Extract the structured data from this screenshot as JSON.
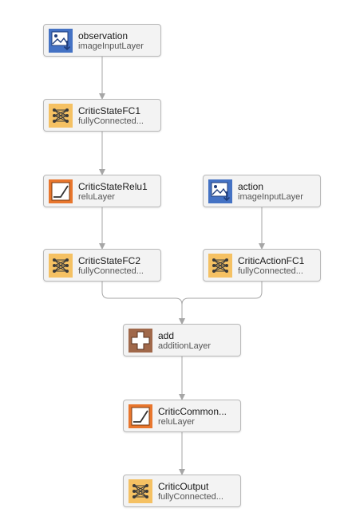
{
  "diagram": {
    "nodes": [
      {
        "id": "observation",
        "name": "observation",
        "type": "imageInputLayer",
        "icon": "image-input-icon"
      },
      {
        "id": "criticStateFC1",
        "name": "CriticStateFC1",
        "type": "fullyConnected...",
        "icon": "fully-connected-icon"
      },
      {
        "id": "criticStateRelu1",
        "name": "CriticStateRelu1",
        "type": "reluLayer",
        "icon": "relu-icon"
      },
      {
        "id": "action",
        "name": "action",
        "type": "imageInputLayer",
        "icon": "image-input-icon"
      },
      {
        "id": "criticStateFC2",
        "name": "CriticStateFC2",
        "type": "fullyConnected...",
        "icon": "fully-connected-icon"
      },
      {
        "id": "criticActionFC1",
        "name": "CriticActionFC1",
        "type": "fullyConnected...",
        "icon": "fully-connected-icon"
      },
      {
        "id": "add",
        "name": "add",
        "type": "additionLayer",
        "icon": "addition-icon"
      },
      {
        "id": "criticCommonRelu",
        "name": "CriticCommon...",
        "type": "reluLayer",
        "icon": "relu-icon"
      },
      {
        "id": "criticOutput",
        "name": "CriticOutput",
        "type": "fullyConnected...",
        "icon": "fully-connected-icon"
      }
    ],
    "edges": [
      {
        "from": "observation",
        "to": "criticStateFC1"
      },
      {
        "from": "criticStateFC1",
        "to": "criticStateRelu1"
      },
      {
        "from": "criticStateRelu1",
        "to": "criticStateFC2"
      },
      {
        "from": "action",
        "to": "criticActionFC1"
      },
      {
        "from": "criticStateFC2",
        "to": "add"
      },
      {
        "from": "criticActionFC1",
        "to": "add"
      },
      {
        "from": "add",
        "to": "criticCommonRelu"
      },
      {
        "from": "criticCommonRelu",
        "to": "criticOutput"
      }
    ]
  },
  "colors": {
    "image_input": "#4472c4",
    "fully_connected": "#f5c163",
    "relu": "#e8762d",
    "addition": "#a0684a",
    "edge": "#a6a6a6"
  }
}
